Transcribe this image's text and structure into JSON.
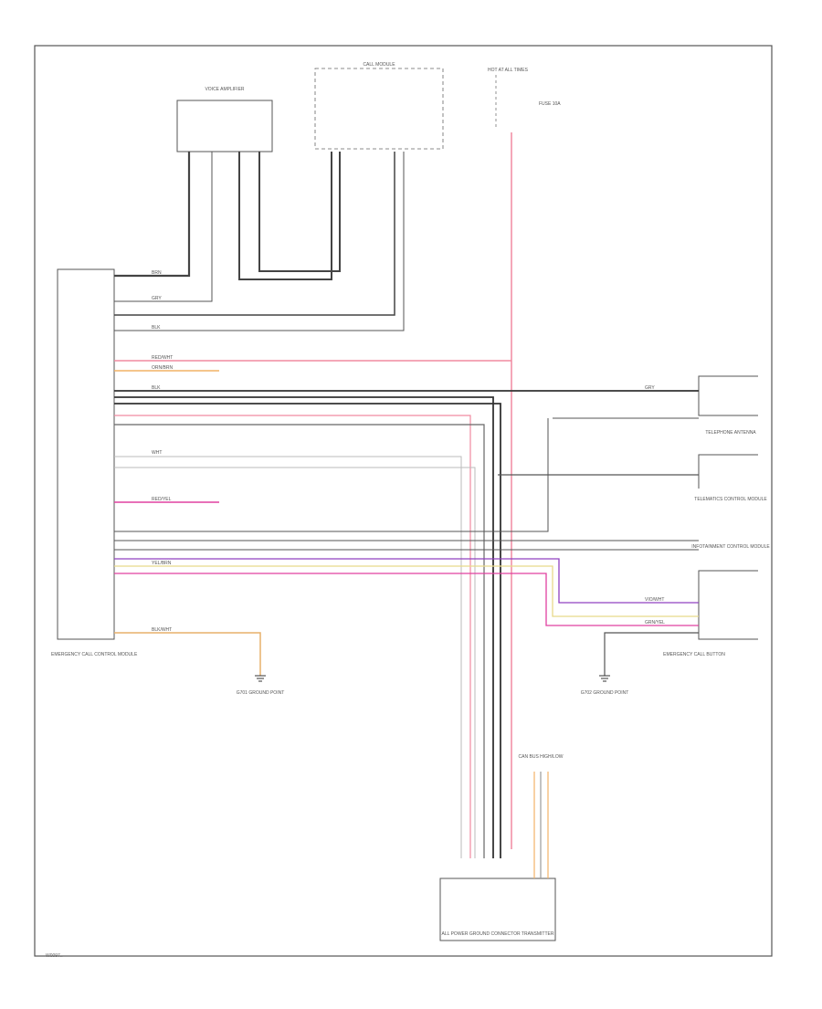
{
  "diagram": {
    "footer_code": "W0097..",
    "modules": {
      "voice_amp": {
        "label": "VOICE AMPLIFIER"
      },
      "notif_module": {
        "label": "CALL MODULE"
      },
      "hot_at_all": {
        "label": "HOT AT ALL TIMES"
      },
      "fuse": {
        "label": "FUSE 10A"
      },
      "ecm": {
        "label": "EMERGENCY CALL CONTROL MODULE"
      },
      "right_top": {
        "label": "TELEPHONE ANTENNA"
      },
      "right_mid": {
        "label": "TELEMATICS CONTROL MODULE"
      },
      "right_mid2": {
        "label": "INFOTAINMENT CONTROL MODULE"
      },
      "button": {
        "label": "EMERGENCY CALL BUTTON"
      },
      "bottom_box": {
        "label": "ALL POWER GROUND CONNECTOR TRANSMITTER"
      },
      "ground_left": {
        "label": "G701 GROUND POINT"
      },
      "ground_right": {
        "label": "G702 GROUND POINT"
      },
      "branch_top": {
        "label": "CAN BUS HIGH/LOW"
      }
    },
    "wires": {
      "w1": "BRN",
      "w2": "GRY",
      "w3": "BLK",
      "w4": "RED/WHT",
      "w5": "ORN/BRN",
      "w6": "GRN/YEL",
      "w7": "VIO/WHT",
      "w8": "RED/YEL",
      "w9": "YEL/BRN",
      "w10": "BLK/WHT",
      "w11": "WHT"
    },
    "colors": {
      "line": "#555555",
      "red": "#f08aa0",
      "orange": "#f2b266",
      "yellow": "#e7d98a",
      "violet": "#9040c0",
      "magenta": "#e040a0",
      "black": "#222222"
    }
  }
}
